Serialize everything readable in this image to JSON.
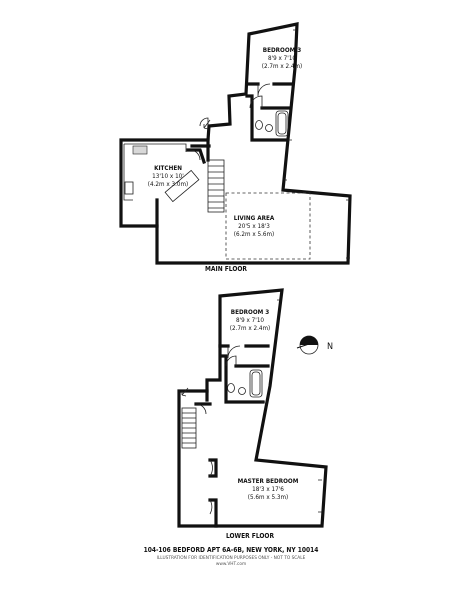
{
  "main_floor": {
    "label": "MAIN FLOOR",
    "rooms": [
      {
        "name": "BEDROOM 3",
        "dims_imperial": "8'9 x 7'10",
        "dims_metric": "(2.7m x 2.4m)"
      },
      {
        "name": "KITCHEN",
        "dims_imperial": "13'10 x 10'",
        "dims_metric": "(4.2m x 3.0m)"
      },
      {
        "name": "LIVING AREA",
        "dims_imperial": "20'5 x 18'3",
        "dims_metric": "(6.2m x 5.6m)"
      }
    ]
  },
  "lower_floor": {
    "label": "LOWER FLOOR",
    "rooms": [
      {
        "name": "BEDROOM 3",
        "dims_imperial": "8'9 x 7'10",
        "dims_metric": "(2.7m x 2.4m)"
      },
      {
        "name": "MASTER BEDROOM",
        "dims_imperial": "18'3 x 17'6",
        "dims_metric": "(5.6m x 5.3m)"
      }
    ]
  },
  "compass": {
    "letter": "N",
    "icon": "north-compass-icon"
  },
  "footer": {
    "address": "104-106 BEDFORD APT 6A-6B, NEW YORK, NY 10014",
    "disclaimer": "ILLUSTRATION FOR IDENTIFICATION PURPOSES ONLY - NOT TO SCALE",
    "website": "www.VHT.com"
  }
}
